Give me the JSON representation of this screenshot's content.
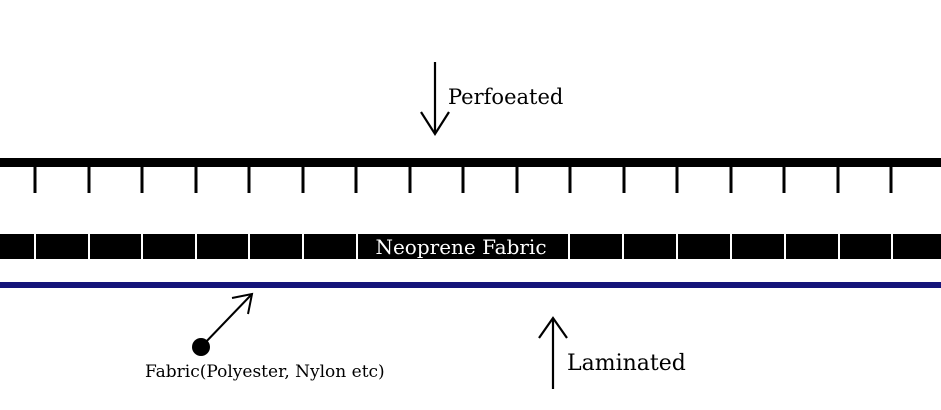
{
  "labels": {
    "perforated": "Perfoeated",
    "neoprene": "Neoprene  Fabric",
    "fabric": "Fabric(Polyester, Nylon etc)",
    "laminated": "Laminated"
  },
  "colors": {
    "line": "#000000",
    "fabric_line": "#15157a",
    "neoprene_text": "#ffffff",
    "background": "#ffffff"
  },
  "icons": [
    "arrow-down-icon",
    "arrow-up-icon",
    "arrow-diagonal-icon",
    "dot-icon"
  ]
}
